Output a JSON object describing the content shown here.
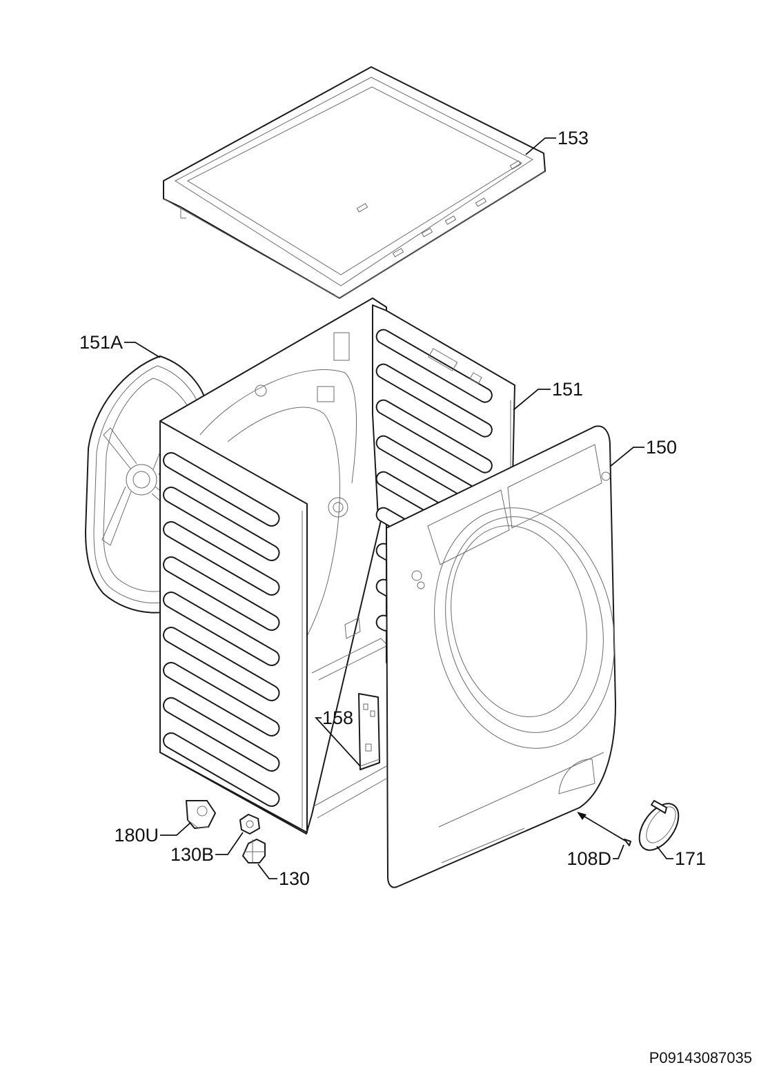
{
  "callouts": [
    {
      "id": "top-cover",
      "label": "153"
    },
    {
      "id": "rear-panel",
      "label": "151A"
    },
    {
      "id": "side-panel",
      "label": "151"
    },
    {
      "id": "front-panel",
      "label": "150"
    },
    {
      "id": "bracket",
      "label": "158"
    },
    {
      "id": "clamp",
      "label": "180U"
    },
    {
      "id": "foot-nut",
      "label": "130B"
    },
    {
      "id": "foot",
      "label": "130"
    },
    {
      "id": "screw",
      "label": "108D"
    },
    {
      "id": "cap",
      "label": "171"
    }
  ],
  "reference_code": "P09143087035"
}
